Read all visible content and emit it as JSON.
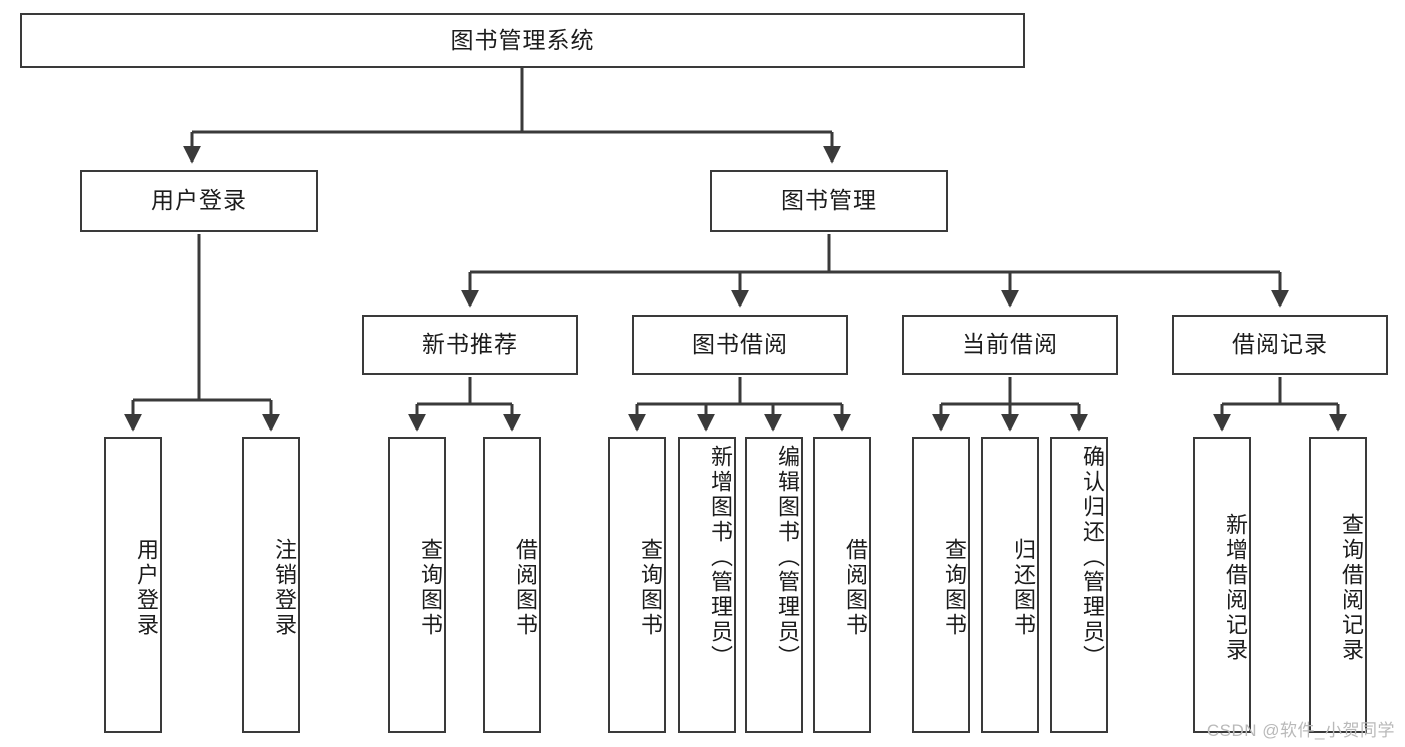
{
  "diagram": {
    "title": "图书管理系统",
    "watermark": "CSDN @软件_小贺同学",
    "stroke_color": "#3a3a3a",
    "text_color": "#1c1c1c",
    "background": "#ffffff",
    "root": {
      "label": "图书管理系统"
    },
    "level2": [
      {
        "label": "用户登录"
      },
      {
        "label": "图书管理"
      }
    ],
    "level3": [
      {
        "label": "新书推荐"
      },
      {
        "label": "图书借阅"
      },
      {
        "label": "当前借阅"
      },
      {
        "label": "借阅记录"
      }
    ],
    "leaves": {
      "user_login": [
        {
          "label": "用户登录"
        },
        {
          "label": "注销登录"
        }
      ],
      "new_book": [
        {
          "label": "查询图书"
        },
        {
          "label": "借阅图书"
        }
      ],
      "book_borrow": [
        {
          "label": "查询图书"
        },
        {
          "label": "新增图书（管理员）"
        },
        {
          "label": "编辑图书（管理员）"
        },
        {
          "label": "借阅图书"
        }
      ],
      "current_borrow": [
        {
          "label": "查询图书"
        },
        {
          "label": "归还图书"
        },
        {
          "label": "确认归还（管理员）"
        }
      ],
      "borrow_record": [
        {
          "label": "新增借阅记录"
        },
        {
          "label": "查询借阅记录"
        }
      ]
    }
  }
}
